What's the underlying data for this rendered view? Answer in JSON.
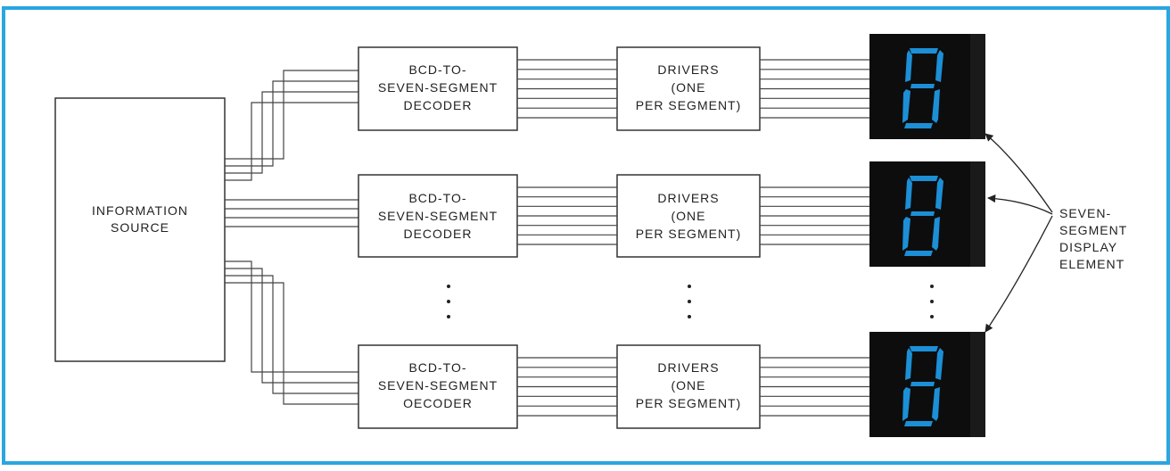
{
  "source": {
    "lines": [
      "INFORMATION",
      "SOURCE"
    ]
  },
  "rows": [
    {
      "decoder": [
        "BCD-TO-",
        "SEVEN-SEGMENT",
        "DECODER"
      ],
      "driver": [
        "DRIVERS",
        "(ONE",
        "PER SEGMENT)"
      ]
    },
    {
      "decoder": [
        "BCD-TO-",
        "SEVEN-SEGMENT",
        "DECODER"
      ],
      "driver": [
        "DRIVERS",
        "(ONE",
        "PER SEGMENT)"
      ]
    },
    {
      "decoder": [
        "BCD-TO-",
        "SEVEN-SEGMENT",
        "OECODER"
      ],
      "driver": [
        "DRIVERS",
        "(ONE",
        "PER SEGMENT)"
      ]
    }
  ],
  "display_label": [
    "SEVEN-",
    "SEGMENT",
    "DISPLAY",
    "ELEMENT"
  ],
  "colors": {
    "frame": "#2aa6e0",
    "segment": "#1c8fd6",
    "display_bg": "#0d0d0d",
    "box_stroke": "#333333"
  }
}
